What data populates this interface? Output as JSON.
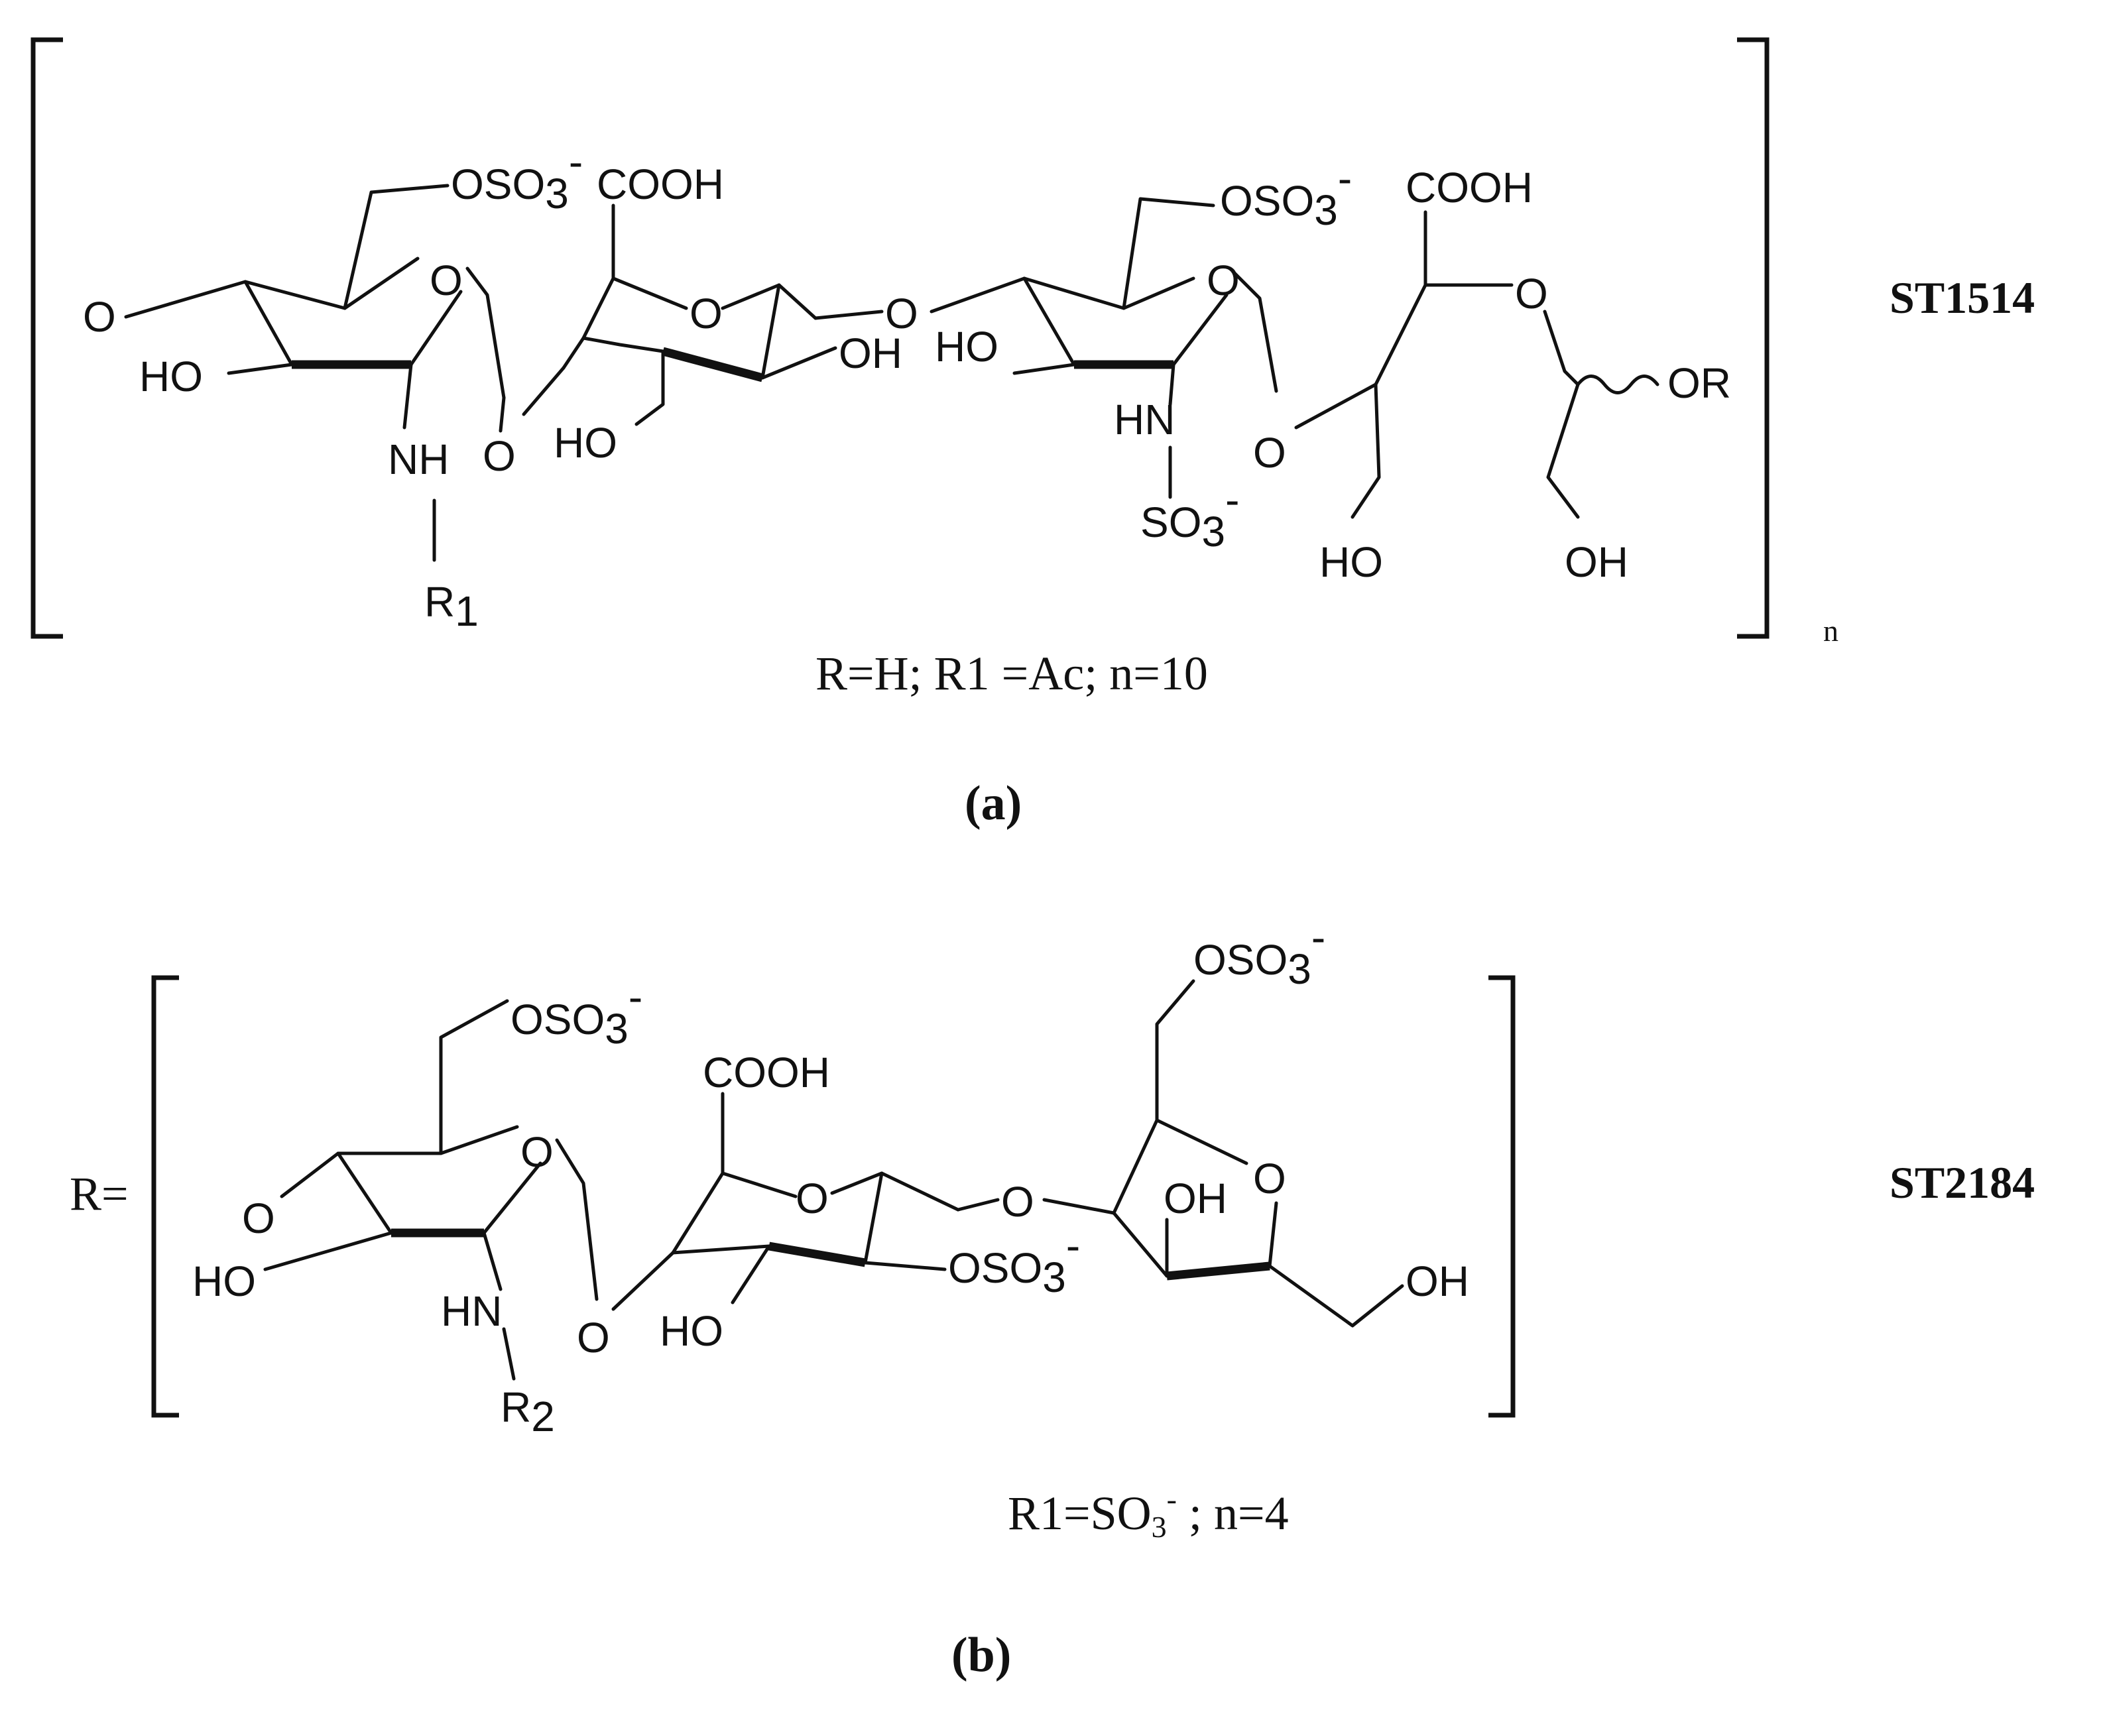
{
  "figure": {
    "a": {
      "compound_code": "ST1514",
      "panel_label": "(a)",
      "repeat_index": "n",
      "conditions_text": "R=H; R1 =Ac; n=10",
      "atom_labels": {
        "o_left": "O",
        "ring1_o": "O",
        "ring1_ho": "HO",
        "ring1_nh": "NH",
        "ring1_r": "R",
        "ring1_r_sub": "1",
        "ring1_oso3": "OSO",
        "ring1_oso3_sub": "3",
        "ring1_oso3_charge": "-",
        "ring2_cooh": "COOH",
        "link1_o": "O",
        "ring2_o": "O",
        "ring2_ho": "HO",
        "ring2_oh": "OH",
        "link2_o": "O",
        "ring3_ho": "HO",
        "ring3_o": "O",
        "ring3_oso3": "OSO",
        "ring3_oso3_sub": "3",
        "ring3_oso3_charge": "-",
        "ring3_hn": "HN",
        "ring3_so3": "SO",
        "ring3_so3_sub": "3",
        "ring3_so3_charge": "-",
        "link3_o": "O",
        "chain_cooh": "COOH",
        "chain_o": "O",
        "chain_ho": "HO",
        "chain_oh": "OH",
        "chain_or": "OR"
      }
    },
    "b": {
      "compound_code": "ST2184",
      "panel_label": "(b)",
      "r_equals": "R=",
      "conditions": {
        "prefix": "R1=SO",
        "sub": "3",
        "sup": "-",
        "suffix": " ; n=4"
      },
      "atom_labels": {
        "o_left": "O",
        "ring1_o": "O",
        "ring1_ho": "HO",
        "ring1_hn": "HN",
        "ring1_r": "R",
        "ring1_r_sub": "2",
        "ring1_oso3": "OSO",
        "ring1_oso3_sub": "3",
        "ring1_oso3_charge": "-",
        "link1_o": "O",
        "ring2_cooh": "COOH",
        "ring2_o": "O",
        "ring2_ho": "HO",
        "ring2_oso3": "OSO",
        "ring2_oso3_sub": "3",
        "ring2_oso3_charge": "-",
        "link2_o": "O",
        "ring3_oso3": "OSO",
        "ring3_oso3_sub": "3",
        "ring3_oso3_charge": "-",
        "ring3_o": "O",
        "ring3_oh": "OH",
        "ring3_ch2oh": "OH"
      }
    }
  }
}
